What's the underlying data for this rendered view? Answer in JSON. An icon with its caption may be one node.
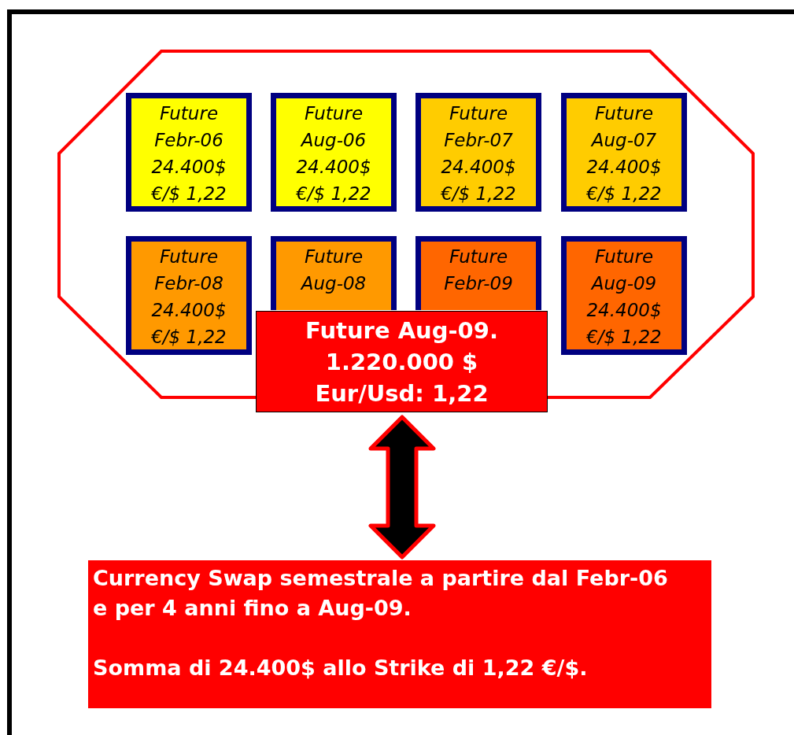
{
  "diagram": {
    "nodes": [
      {
        "text": [],
        "shape": "octagon"
      },
      {
        "text": [
          "Future Febr-06 24.400$ €/$ 1,22"
        ],
        "in": 0
      },
      {
        "text": [
          "Future Aug-06 24.400$ €/$ 1,22"
        ],
        "in": 0
      },
      {
        "text": [
          "Future Febr-07 24.400$ €/$ 1,22"
        ],
        "in": 0
      },
      {
        "text": [
          "Future Aug-07 24.400$ €/$ 1,22"
        ],
        "in": 0
      },
      {
        "text": [
          "Future Febr-08 24.400$ €/$ 1,22"
        ],
        "in": 0
      },
      {
        "text": [
          "Future Aug-08"
        ],
        "in": 0
      },
      {
        "text": [
          "Future Febr-09"
        ],
        "in": 0
      },
      {
        "text": [
          "Future Aug-09 24.400$ €/$ 1,22"
        ],
        "in": 0
      },
      {
        "text": [
          "Future Aug-09. 1.220.000 $ Eur/Usd: 1,22"
        ]
      },
      {
        "text": [
          "Currency Swap semestrale a partire dal Febr-06 e per 4 anni fino a Aug-09.",
          "Somma di 24.400$ allo Strike di 1,22 €/$."
        ]
      }
    ],
    "edges": [
      {
        "from": 9,
        "to": 10,
        "arrow": "both"
      }
    ]
  }
}
